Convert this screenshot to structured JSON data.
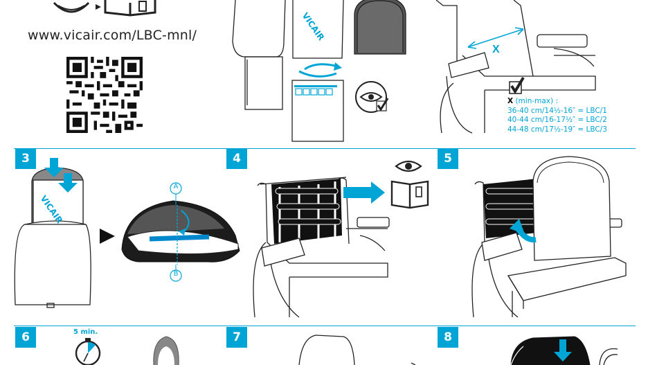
{
  "url": "www.vicair.com/LBC-mnl/",
  "measurement": {
    "dimension_letter": "X",
    "range_label": "(min-max) :",
    "sizes": [
      "36-40 cm/14½-16″ = LBC/1",
      "40-44 cm/16-17½″ = LBC/2",
      "44-48 cm/17½-19″ = LBC/3"
    ]
  },
  "diagram_label_x": "X",
  "brand": "VICAIR",
  "labels": {
    "a": "A",
    "b": "B"
  },
  "steps": [
    "3",
    "4",
    "5",
    "6",
    "7",
    "8"
  ],
  "timer": "5 min.",
  "colors": {
    "accent": "#00a5d6",
    "ink": "#222222",
    "dark": "#1a1a1a"
  }
}
